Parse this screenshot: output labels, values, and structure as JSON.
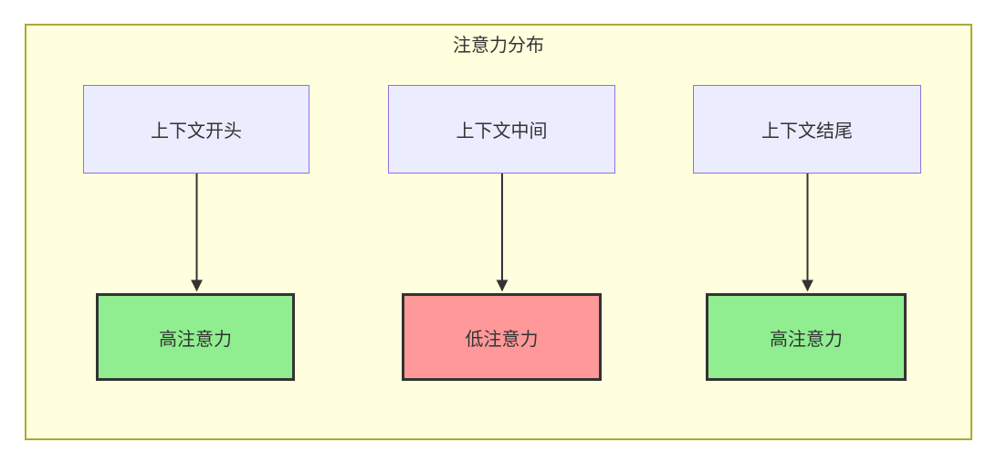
{
  "diagram": {
    "title": "注意力分布",
    "columns": [
      {
        "source": "上下文开头",
        "result": "高注意力",
        "attention_level": "high"
      },
      {
        "source": "上下文中间",
        "result": "低注意力",
        "attention_level": "low"
      },
      {
        "source": "上下文结尾",
        "result": "高注意力",
        "attention_level": "high"
      }
    ],
    "edges": [
      {
        "from": "上下文开头",
        "to": "高注意力",
        "style": "arrow-down"
      },
      {
        "from": "上下文中间",
        "to": "低注意力",
        "style": "arrow-down"
      },
      {
        "from": "上下文结尾",
        "to": "高注意力",
        "style": "arrow-down"
      }
    ],
    "colors": {
      "cluster_background": "#ffffde",
      "cluster_border": "#aaaa33",
      "source_node_background": "#ececff",
      "source_node_border": "#9370db",
      "high_attention_background": "#90ee90",
      "low_attention_background": "#ff9999",
      "result_node_border": "#333333",
      "edge": "#333333",
      "text": "#333333"
    }
  }
}
